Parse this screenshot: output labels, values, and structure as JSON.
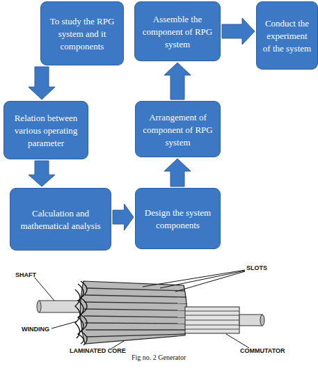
{
  "diagram": {
    "caption": "Fig no. 2 Generator",
    "nodes": [
      {
        "text": [
          "To study the RPG system and it components"
        ]
      },
      {
        "text": [
          "Relation between various operating parameter"
        ]
      },
      {
        "text": [
          "Calculation and mathematical analysis"
        ]
      },
      {
        "text": [
          "Design the system components"
        ]
      },
      {
        "text": [
          "Arrangement of component of RPG system"
        ]
      },
      {
        "text": [
          "Assemble the component of RPG system"
        ]
      },
      {
        "text": [
          "Conduct the experiment of the system"
        ]
      }
    ],
    "edges": [
      {
        "from": 0,
        "to": 1,
        "arrow": "to"
      },
      {
        "from": 1,
        "to": 2,
        "arrow": "to"
      },
      {
        "from": 2,
        "to": 3,
        "arrow": "to"
      },
      {
        "from": 3,
        "to": 4,
        "arrow": "to"
      },
      {
        "from": 4,
        "to": 5,
        "arrow": "to"
      },
      {
        "from": 5,
        "to": 6,
        "arrow": "to"
      }
    ],
    "labels": [
      "SLOTS",
      "SHAFT",
      "WINDING",
      "LAMINATED CORE",
      "COMMUTATOR"
    ]
  }
}
